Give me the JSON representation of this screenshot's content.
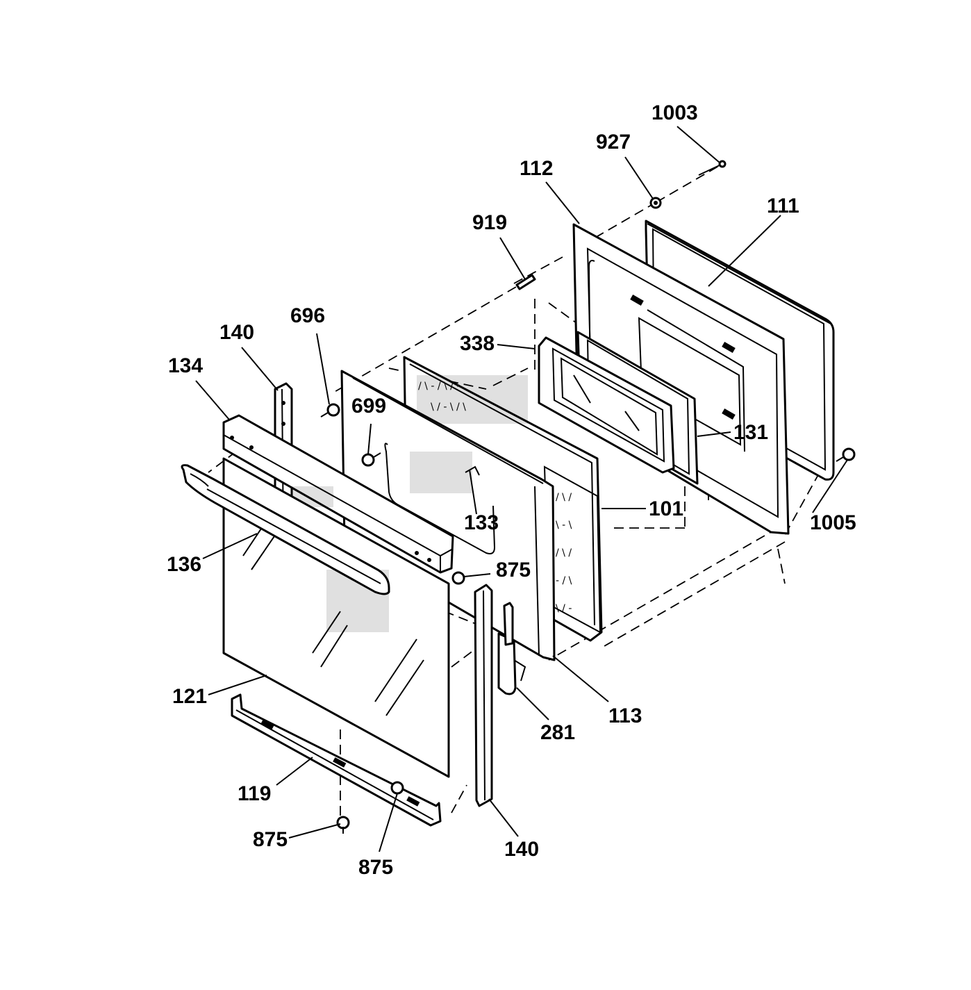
{
  "diagram": {
    "part_labels": {
      "p1003": "1003",
      "p927": "927",
      "p112": "112",
      "p111": "111",
      "p919": "919",
      "p696": "696",
      "p140_top": "140",
      "p134": "134",
      "p338": "338",
      "p699": "699",
      "p131": "131",
      "p1005": "1005",
      "p101": "101",
      "p133": "133",
      "p136": "136",
      "p875_mid": "875",
      "p121": "121",
      "p113": "113",
      "p281": "281",
      "p119": "119",
      "p875_bottom_left": "875",
      "p875_bottom": "875",
      "p140_bottom": "140"
    }
  }
}
